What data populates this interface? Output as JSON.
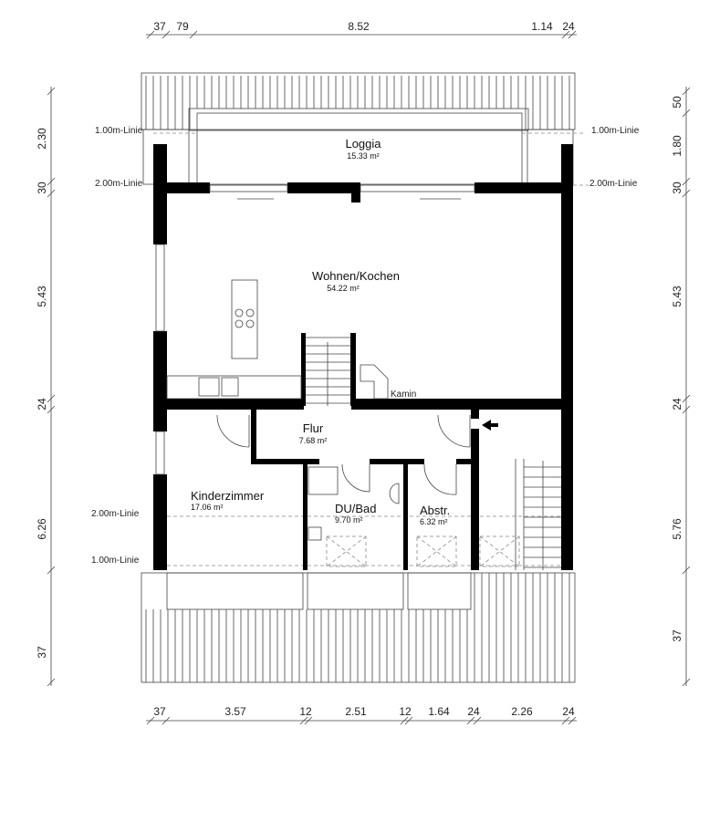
{
  "dimensions": {
    "top": [
      "37",
      "79",
      "8.52",
      "1.14",
      "24"
    ],
    "bottom": [
      "37",
      "3.57",
      "12",
      "2.51",
      "12",
      "1.64",
      "24",
      "2.26",
      "24"
    ],
    "left": [
      "2.30",
      "30",
      "5.43",
      "24",
      "6.26",
      "37"
    ],
    "right": [
      "50",
      "1.80",
      "30",
      "5.43",
      "24",
      "5.76",
      "37"
    ]
  },
  "height_lines": {
    "left_top_1m": "1.00m-Linie",
    "left_top_2m": "2.00m-Linie",
    "right_top_1m": "1.00m-Linie",
    "right_top_2m": "2.00m-Linie",
    "left_bottom_2m": "2.00m-Linie",
    "left_bottom_1m": "1.00m-Linie"
  },
  "rooms": [
    {
      "name": "Loggia",
      "area": "15.33 m²"
    },
    {
      "name": "Wohnen/Kochen",
      "area": "54.22 m²"
    },
    {
      "name": "Flur",
      "area": "7.68 m²"
    },
    {
      "name": "Kinderzimmer",
      "area": "17.06 m²"
    },
    {
      "name": "DU/Bad",
      "area": "9.70 m²"
    },
    {
      "name": "Abstr.",
      "area": "6.32 m²"
    }
  ],
  "labels": {
    "fireplace": "Kamin"
  }
}
